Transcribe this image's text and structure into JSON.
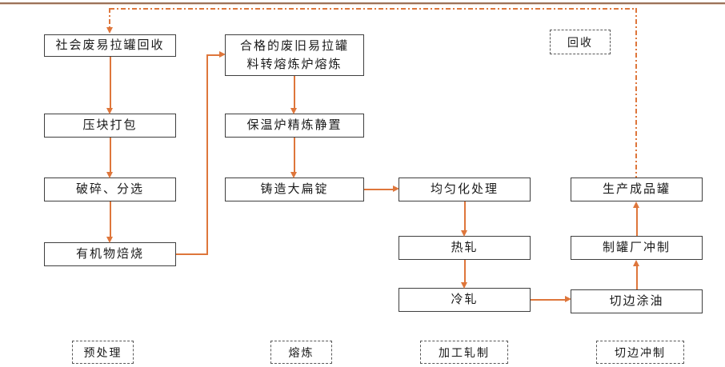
{
  "colors": {
    "flow_arrow": "#de763b",
    "top_rule": "#9b7158",
    "box_border": "#3f3f3f",
    "dash_label_border": "#595959",
    "text": "#1a1a1a"
  },
  "flowchart": {
    "pretreatment": {
      "box1": "社会废易拉罐回收",
      "box2": "压块打包",
      "box3": "破碎、分选",
      "box4": "有机物焙烧"
    },
    "melting": {
      "box1_line1": "合格的废旧易拉罐",
      "box1_line2": "料转熔炼炉熔炼",
      "box2": "保温炉精炼静置",
      "box3": "铸造大扁锭"
    },
    "rolling": {
      "box1": "均匀化处理",
      "box2": "热轧",
      "box3": "冷轧"
    },
    "trimming": {
      "box1": "生产成品罐",
      "box2": "制罐厂冲制",
      "box3": "切边涂油"
    },
    "recycle_label": "回收",
    "stage_labels": {
      "pretreatment": "预处理",
      "melting": "熔炼",
      "rolling": "加工轧制",
      "trimming": "切边冲制"
    }
  }
}
